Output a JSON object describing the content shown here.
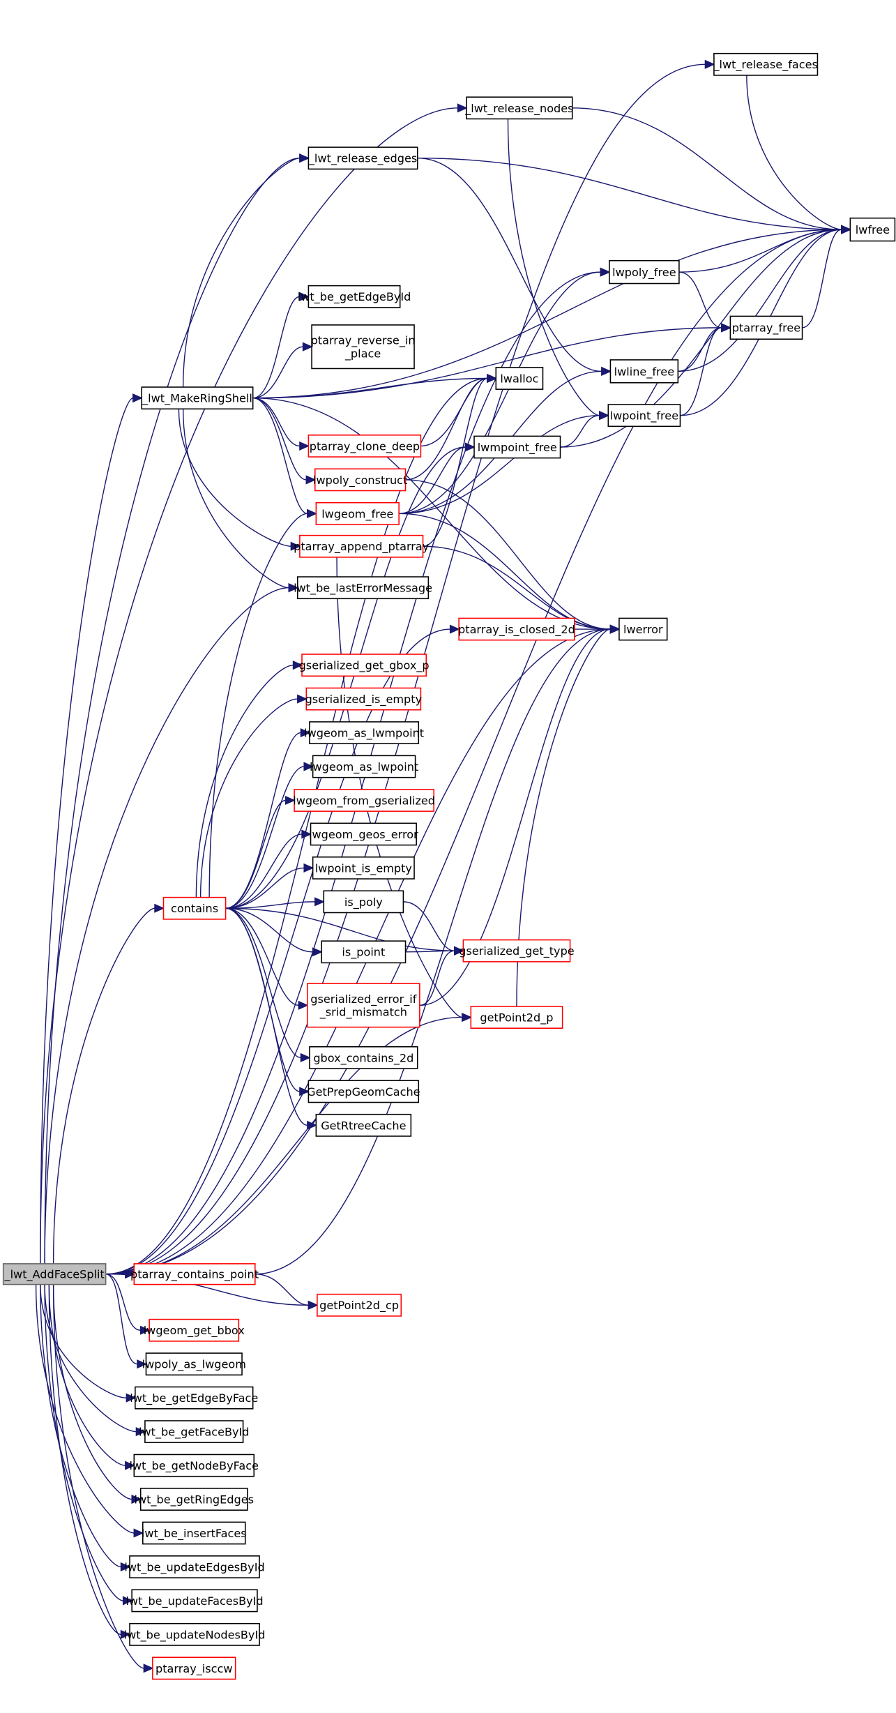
{
  "title": "_lwt_AddFaceSplit call graph",
  "colors": {
    "edge": "#191970",
    "normal_border": "#000000",
    "red_border": "#ff0000",
    "root_fill": "#bfbfbf",
    "root_border": "#666666"
  },
  "nodes": [
    {
      "id": "root",
      "lines": [
        "_lwt_AddFaceSplit"
      ],
      "style": "root"
    },
    {
      "id": "release_faces",
      "lines": [
        "_lwt_release_faces"
      ],
      "style": "normal"
    },
    {
      "id": "release_nodes",
      "lines": [
        "_lwt_release_nodes"
      ],
      "style": "normal"
    },
    {
      "id": "release_edges",
      "lines": [
        "_lwt_release_edges"
      ],
      "style": "normal"
    },
    {
      "id": "lwfree",
      "lines": [
        "lwfree"
      ],
      "style": "normal"
    },
    {
      "id": "lwpoly_free",
      "lines": [
        "lwpoly_free"
      ],
      "style": "normal"
    },
    {
      "id": "ptarray_free",
      "lines": [
        "ptarray_free"
      ],
      "style": "normal"
    },
    {
      "id": "lwline_free",
      "lines": [
        "lwline_free"
      ],
      "style": "normal"
    },
    {
      "id": "lwalloc",
      "lines": [
        "lwalloc"
      ],
      "style": "normal"
    },
    {
      "id": "lwpoint_free",
      "lines": [
        "lwpoint_free"
      ],
      "style": "normal"
    },
    {
      "id": "getEdgeById",
      "lines": [
        "lwt_be_getEdgeById"
      ],
      "style": "normal"
    },
    {
      "id": "reverse",
      "lines": [
        "ptarray_reverse_in",
        "_place"
      ],
      "style": "normal"
    },
    {
      "id": "makering",
      "lines": [
        "_lwt_MakeRingShell"
      ],
      "style": "normal"
    },
    {
      "id": "clone_deep",
      "lines": [
        "ptarray_clone_deep"
      ],
      "style": "red"
    },
    {
      "id": "lwpoly_construct",
      "lines": [
        "lwpoly_construct"
      ],
      "style": "red"
    },
    {
      "id": "lwmpoint_free",
      "lines": [
        "lwmpoint_free"
      ],
      "style": "normal"
    },
    {
      "id": "lwgeom_free",
      "lines": [
        "lwgeom_free"
      ],
      "style": "red"
    },
    {
      "id": "append",
      "lines": [
        "ptarray_append_ptarray"
      ],
      "style": "red"
    },
    {
      "id": "lastError",
      "lines": [
        "lwt_be_lastErrorMessage"
      ],
      "style": "normal"
    },
    {
      "id": "is_closed",
      "lines": [
        "ptarray_is_closed_2d"
      ],
      "style": "red"
    },
    {
      "id": "lwerror",
      "lines": [
        "lwerror"
      ],
      "style": "normal"
    },
    {
      "id": "get_gbox",
      "lines": [
        "gserialized_get_gbox_p"
      ],
      "style": "red"
    },
    {
      "id": "is_empty",
      "lines": [
        "gserialized_is_empty"
      ],
      "style": "red"
    },
    {
      "id": "as_lwmpoint",
      "lines": [
        "lwgeom_as_lwmpoint"
      ],
      "style": "normal"
    },
    {
      "id": "as_lwpoint",
      "lines": [
        "lwgeom_as_lwpoint"
      ],
      "style": "normal"
    },
    {
      "id": "from_gser",
      "lines": [
        "lwgeom_from_gserialized"
      ],
      "style": "red"
    },
    {
      "id": "geos_error",
      "lines": [
        "lwgeom_geos_error"
      ],
      "style": "normal"
    },
    {
      "id": "contains",
      "lines": [
        "contains"
      ],
      "style": "red"
    },
    {
      "id": "pt_is_empty",
      "lines": [
        "lwpoint_is_empty"
      ],
      "style": "normal"
    },
    {
      "id": "is_poly",
      "lines": [
        "is_poly"
      ],
      "style": "normal"
    },
    {
      "id": "get_type",
      "lines": [
        "gserialized_get_type"
      ],
      "style": "red"
    },
    {
      "id": "is_point",
      "lines": [
        "is_point"
      ],
      "style": "normal"
    },
    {
      "id": "srid",
      "lines": [
        "gserialized_error_if",
        "_srid_mismatch"
      ],
      "style": "red"
    },
    {
      "id": "getPoint2d_p",
      "lines": [
        "getPoint2d_p"
      ],
      "style": "red"
    },
    {
      "id": "gbox_contains",
      "lines": [
        "gbox_contains_2d"
      ],
      "style": "normal"
    },
    {
      "id": "prepgeom",
      "lines": [
        "GetPrepGeomCache"
      ],
      "style": "normal"
    },
    {
      "id": "rtree",
      "lines": [
        "GetRtreeCache"
      ],
      "style": "normal"
    },
    {
      "id": "contains_point",
      "lines": [
        "ptarray_contains_point"
      ],
      "style": "red"
    },
    {
      "id": "getPoint2d_cp",
      "lines": [
        "getPoint2d_cp"
      ],
      "style": "red"
    },
    {
      "id": "get_bbox",
      "lines": [
        "lwgeom_get_bbox"
      ],
      "style": "red"
    },
    {
      "id": "poly_as_lwgeom",
      "lines": [
        "lwpoly_as_lwgeom"
      ],
      "style": "normal"
    },
    {
      "id": "getEdgeByFace",
      "lines": [
        "lwt_be_getEdgeByFace"
      ],
      "style": "normal"
    },
    {
      "id": "getFaceById",
      "lines": [
        "lwt_be_getFaceById"
      ],
      "style": "normal"
    },
    {
      "id": "getNodeByFace",
      "lines": [
        "lwt_be_getNodeByFace"
      ],
      "style": "normal"
    },
    {
      "id": "getRingEdges",
      "lines": [
        "lwt_be_getRingEdges"
      ],
      "style": "normal"
    },
    {
      "id": "insertFaces",
      "lines": [
        "lwt_be_insertFaces"
      ],
      "style": "normal"
    },
    {
      "id": "updEdges",
      "lines": [
        "lwt_be_updateEdgesById"
      ],
      "style": "normal"
    },
    {
      "id": "updFaces",
      "lines": [
        "lwt_be_updateFacesById"
      ],
      "style": "normal"
    },
    {
      "id": "updNodes",
      "lines": [
        "lwt_be_updateNodesById"
      ],
      "style": "normal"
    },
    {
      "id": "isccw",
      "lines": [
        "ptarray_isccw"
      ],
      "style": "red"
    }
  ],
  "edges": [
    [
      "root",
      "release_faces"
    ],
    [
      "root",
      "release_nodes"
    ],
    [
      "root",
      "release_edges"
    ],
    [
      "root",
      "lwfree"
    ],
    [
      "root",
      "lwpoly_free"
    ],
    [
      "root",
      "lwalloc"
    ],
    [
      "root",
      "makering"
    ],
    [
      "root",
      "lastError"
    ],
    [
      "root",
      "is_closed"
    ],
    [
      "root",
      "contains"
    ],
    [
      "root",
      "getPoint2d_p"
    ],
    [
      "root",
      "lwerror"
    ],
    [
      "root",
      "contains_point"
    ],
    [
      "root",
      "getPoint2d_cp"
    ],
    [
      "root",
      "get_bbox"
    ],
    [
      "root",
      "poly_as_lwgeom"
    ],
    [
      "root",
      "getEdgeByFace"
    ],
    [
      "root",
      "getFaceById"
    ],
    [
      "root",
      "getNodeByFace"
    ],
    [
      "root",
      "getRingEdges"
    ],
    [
      "root",
      "insertFaces"
    ],
    [
      "root",
      "updEdges"
    ],
    [
      "root",
      "updFaces"
    ],
    [
      "root",
      "updNodes"
    ],
    [
      "root",
      "isccw"
    ],
    [
      "release_faces",
      "lwfree"
    ],
    [
      "release_nodes",
      "lwfree"
    ],
    [
      "release_nodes",
      "lwpoint_free"
    ],
    [
      "release_edges",
      "lwfree"
    ],
    [
      "release_edges",
      "lwline_free"
    ],
    [
      "lwpoly_free",
      "lwfree"
    ],
    [
      "lwpoly_free",
      "ptarray_free"
    ],
    [
      "ptarray_free",
      "lwfree"
    ],
    [
      "lwline_free",
      "lwfree"
    ],
    [
      "lwline_free",
      "ptarray_free"
    ],
    [
      "lwpoint_free",
      "lwfree"
    ],
    [
      "lwpoint_free",
      "ptarray_free"
    ],
    [
      "makering",
      "release_edges"
    ],
    [
      "makering",
      "lwfree"
    ],
    [
      "makering",
      "ptarray_free"
    ],
    [
      "makering",
      "lwalloc"
    ],
    [
      "makering",
      "getEdgeById"
    ],
    [
      "makering",
      "reverse"
    ],
    [
      "makering",
      "clone_deep"
    ],
    [
      "makering",
      "lwpoly_construct"
    ],
    [
      "makering",
      "lwgeom_free"
    ],
    [
      "makering",
      "append"
    ],
    [
      "makering",
      "lastError"
    ],
    [
      "makering",
      "lwerror"
    ],
    [
      "clone_deep",
      "lwalloc"
    ],
    [
      "lwpoly_construct",
      "lwalloc"
    ],
    [
      "lwpoly_construct",
      "lwerror"
    ],
    [
      "lwgeom_free",
      "lwpoly_free"
    ],
    [
      "lwgeom_free",
      "lwline_free"
    ],
    [
      "lwgeom_free",
      "lwpoint_free"
    ],
    [
      "lwgeom_free",
      "lwmpoint_free"
    ],
    [
      "lwgeom_free",
      "lwerror"
    ],
    [
      "lwmpoint_free",
      "lwpoint_free"
    ],
    [
      "lwmpoint_free",
      "lwfree"
    ],
    [
      "append",
      "lwalloc"
    ],
    [
      "append",
      "lwerror"
    ],
    [
      "append",
      "getPoint2d_p"
    ],
    [
      "is_closed",
      "lwerror"
    ],
    [
      "contains",
      "lwgeom_free"
    ],
    [
      "contains",
      "lwmpoint_free"
    ],
    [
      "contains",
      "get_gbox"
    ],
    [
      "contains",
      "is_empty"
    ],
    [
      "contains",
      "as_lwmpoint"
    ],
    [
      "contains",
      "as_lwpoint"
    ],
    [
      "contains",
      "from_gser"
    ],
    [
      "contains",
      "geos_error"
    ],
    [
      "contains",
      "pt_is_empty"
    ],
    [
      "contains",
      "is_poly"
    ],
    [
      "contains",
      "get_type"
    ],
    [
      "contains",
      "is_point"
    ],
    [
      "contains",
      "srid"
    ],
    [
      "contains",
      "gbox_contains"
    ],
    [
      "contains",
      "prepgeom"
    ],
    [
      "contains",
      "rtree"
    ],
    [
      "is_poly",
      "get_type"
    ],
    [
      "is_point",
      "get_type"
    ],
    [
      "srid",
      "get_type"
    ],
    [
      "srid",
      "lwerror"
    ],
    [
      "getPoint2d_p",
      "lwerror"
    ],
    [
      "contains_point",
      "getPoint2d_cp"
    ],
    [
      "contains_point",
      "lwerror"
    ]
  ]
}
